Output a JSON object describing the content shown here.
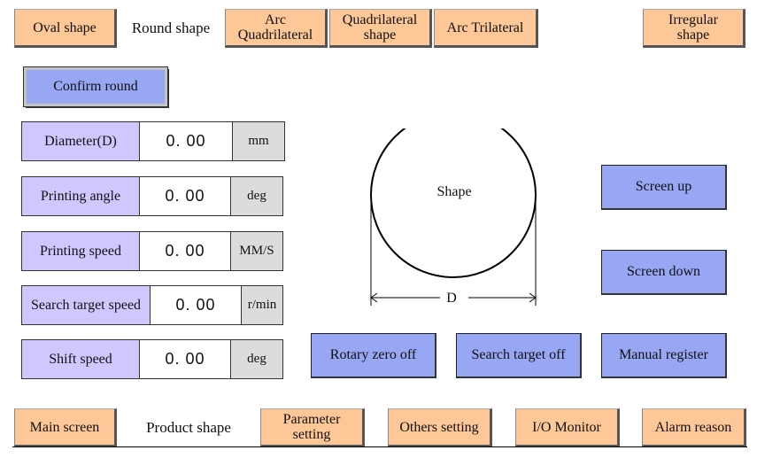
{
  "top_tabs": {
    "oval": "Oval shape",
    "round": "Round shape",
    "arc_quad": "Arc Quadrilateral",
    "quad": "Quadrilateral shape",
    "arc_tri": "Arc Trilateral",
    "irregular": "Irregular shape"
  },
  "confirm_button": "Confirm round",
  "params": [
    {
      "label": "Diameter(D)",
      "value": "0. 00",
      "unit": "mm"
    },
    {
      "label": "Printing angle",
      "value": "0. 00",
      "unit": "deg"
    },
    {
      "label": "Printing speed",
      "value": "0. 00",
      "unit": "MM/S"
    },
    {
      "label": "Search target speed",
      "value": "0. 00",
      "unit": "r/min"
    },
    {
      "label": "Shift speed",
      "value": "0. 00",
      "unit": "deg"
    }
  ],
  "diagram": {
    "shape_label": "Shape",
    "dimension_label": "D"
  },
  "side_buttons": {
    "screen_up": "Screen up",
    "screen_down": "Screen down"
  },
  "action_buttons": {
    "rotary_zero": "Rotary zero off",
    "search_target": "Search target off",
    "manual_register": "Manual register"
  },
  "bottom_nav": {
    "main_screen": "Main screen",
    "product_shape": "Product shape",
    "parameter_setting": "Parameter setting",
    "others_setting": "Others setting",
    "io_monitor": "I/O Monitor",
    "alarm_reason": "Alarm reason"
  },
  "colors": {
    "orange_button": "#fdc797",
    "blue_button": "#97a7f3",
    "label_lavender": "#cfc8ff",
    "unit_gray": "#dcdcdc"
  }
}
